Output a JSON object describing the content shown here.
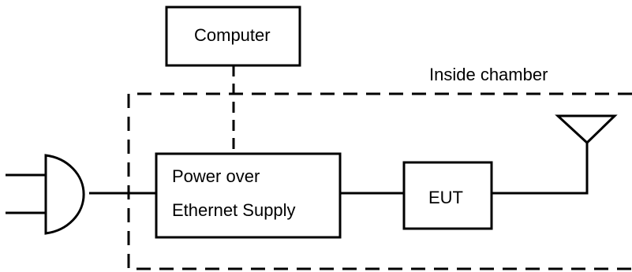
{
  "diagram": {
    "computer_label": "Computer",
    "chamber_label": "Inside chamber",
    "poe_line1": "Power over",
    "poe_line2": "Ethernet Supply",
    "eut_label": "EUT"
  }
}
